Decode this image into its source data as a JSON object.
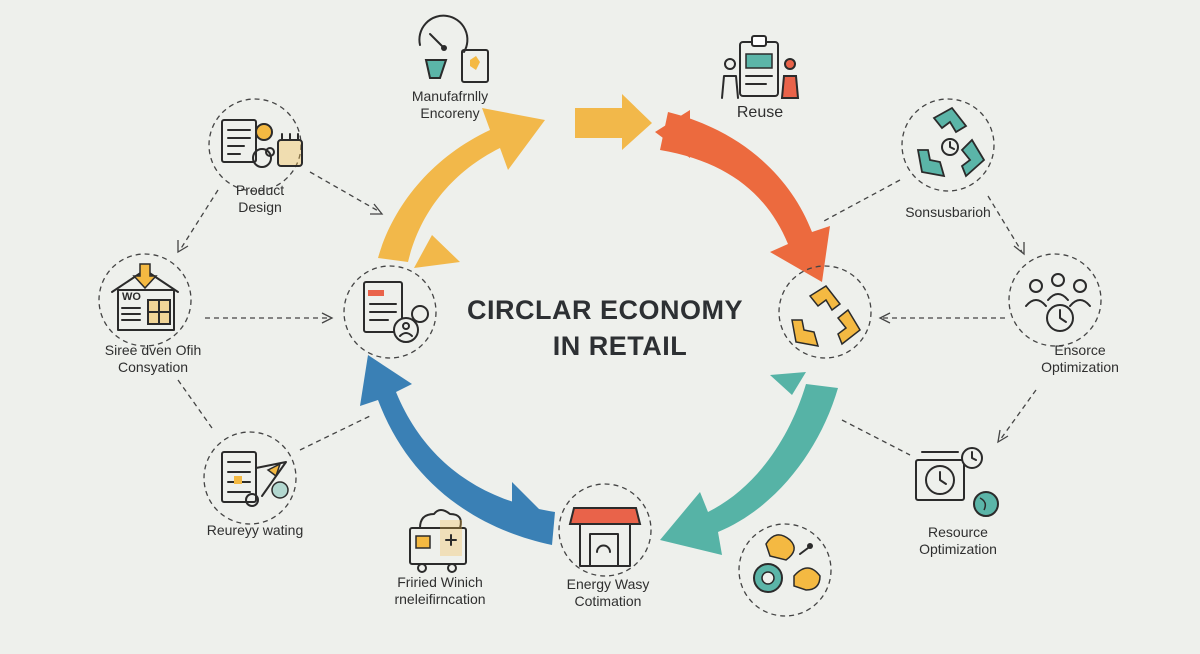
{
  "title": {
    "line1": "CIRCLAR ECONOMY",
    "line2": "IN RETAIL"
  },
  "colors": {
    "background": "#eef0ec",
    "yellow": "#f2b84a",
    "orange": "#ec6a3e",
    "teal": "#56b3a6",
    "blue": "#3a80b5",
    "accent_yellow": "#f4b942",
    "accent_red": "#e9634a",
    "accent_teal": "#5bb5a8"
  },
  "nodes": {
    "manufacturing": {
      "line1": "Manufafrnlly",
      "line2": "Encoreny"
    },
    "reuse": {
      "line1": "Reuse"
    },
    "product_design": {
      "line1": "Product",
      "line2": "Design"
    },
    "sonsusbarioh": {
      "line1": "Sonsusbarioh"
    },
    "siree_dven": {
      "line1": "Siree dven Ofih",
      "line2": "Consyation"
    },
    "ensorce": {
      "line1": "Ensorce",
      "line2": "Optimization"
    },
    "reureyy": {
      "line1": "Reureyy wating"
    },
    "resource_opt": {
      "line1": "Resource",
      "line2": "Optimization"
    },
    "friried": {
      "line1": "Friried Winich",
      "line2": "rneleifirncation"
    },
    "energy": {
      "line1": "Energy Wasy",
      "line2": "Cotimation"
    },
    "wo_sign": {
      "text": "WO"
    }
  },
  "icons": [
    "dashboard-gauge-icon",
    "clipboard-people-icon",
    "documents-icon",
    "recycle-icon",
    "house-icon",
    "document-icon",
    "team-clock-icon",
    "spreadsheet-crane-icon",
    "clock-globe-icon",
    "factory-icon",
    "storefront-icon",
    "eco-cycle-icon"
  ]
}
